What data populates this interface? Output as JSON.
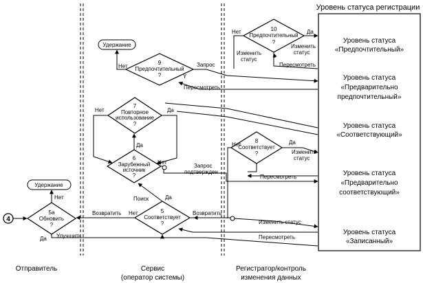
{
  "header": {
    "status_levels_title": "Уровень статуса регистрации"
  },
  "lanes": {
    "sender": "Отправитель",
    "service_1": "Сервис",
    "service_2": "(оператор системы)",
    "registrar_1": "Регистратор/контроль",
    "registrar_2": "изменения данных"
  },
  "connector": "4",
  "holds": {
    "top": "Удержание",
    "left": "Удержание"
  },
  "decisions": {
    "d5a": {
      "number": "5a",
      "line1": "Обновить",
      "q": "?"
    },
    "d5": {
      "number": "5",
      "line1": "Соответствует",
      "q": "?"
    },
    "d6": {
      "number": "6",
      "line1": "Зарубежный",
      "line2": "источник",
      "q": "?"
    },
    "d7": {
      "number": "7",
      "line1": "Повторное",
      "line2": "использование",
      "q": "?"
    },
    "d9": {
      "number": "9",
      "line1": "Предпочтительный",
      "q": "?"
    },
    "d8": {
      "number": "8",
      "line1": "Соответствует",
      "q": "?"
    },
    "d10": {
      "number": "10",
      "line1": "Предпочтительный",
      "q": "?"
    }
  },
  "labels": {
    "net": "Нет",
    "da": "Да",
    "y": "Y",
    "zapros": "Запрос",
    "zapros_podtverzhden_1": "Запрос",
    "zapros_podtverzhden_2": "подтвержден",
    "poisk": "Поиск",
    "vozvratit": "Возвратить",
    "uluchshit": "Улучшить",
    "peresmotret": "Пересмотреть",
    "izmenit_1": "Изменить",
    "izmenit_2": "статус",
    "izmenit_status": "Изменить статус"
  },
  "status_levels": [
    {
      "line1": "Уровень статуса",
      "line2": "«Предпочтительный»"
    },
    {
      "line1": "Уровень статуса",
      "line2": "«Предварительно",
      "line3": "предпочтительный»"
    },
    {
      "line1": "Уровень статуса",
      "line2": "«Соответствующий»"
    },
    {
      "line1": "Уровень статуса",
      "line2": "«Предварительно",
      "line3": "соответствующий»"
    },
    {
      "line1": "Уровень статуса",
      "line2": "«Записанный»"
    }
  ]
}
